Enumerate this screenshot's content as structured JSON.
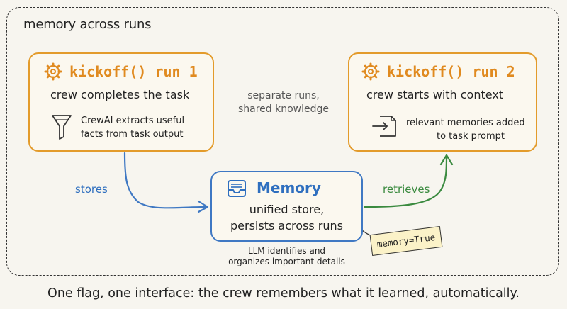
{
  "container": {
    "title": "memory across runs"
  },
  "run1": {
    "title": "kickoff() run 1",
    "subtitle": "crew completes the task",
    "detail_lines": [
      "CrewAI extracts useful",
      "facts from task output"
    ],
    "icon": "gear-icon",
    "detail_icon": "funnel-icon"
  },
  "run2": {
    "title": "kickoff() run 2",
    "subtitle": "crew starts with context",
    "detail_lines": [
      "relevant memories added",
      "to task prompt"
    ],
    "icon": "gear-icon",
    "detail_icon": "insert-document-icon"
  },
  "middle_note": {
    "line1": "separate runs,",
    "line2": "shared knowledge"
  },
  "memory": {
    "title": "Memory",
    "line1": "unified store,",
    "line2": "persists across runs",
    "icon": "inbox-tray-icon",
    "note_line1": "LLM identifies and",
    "note_line2": "organizes important details"
  },
  "arrows": {
    "stores_label": "stores",
    "retrieves_label": "retrieves"
  },
  "tag": {
    "text": "memory=True"
  },
  "footer": {
    "text": "One flag, one interface: the crew remembers what it learned, automatically."
  },
  "colors": {
    "orange": "#e39b2b",
    "blue": "#3f78c3",
    "green": "#3a8a3f"
  }
}
